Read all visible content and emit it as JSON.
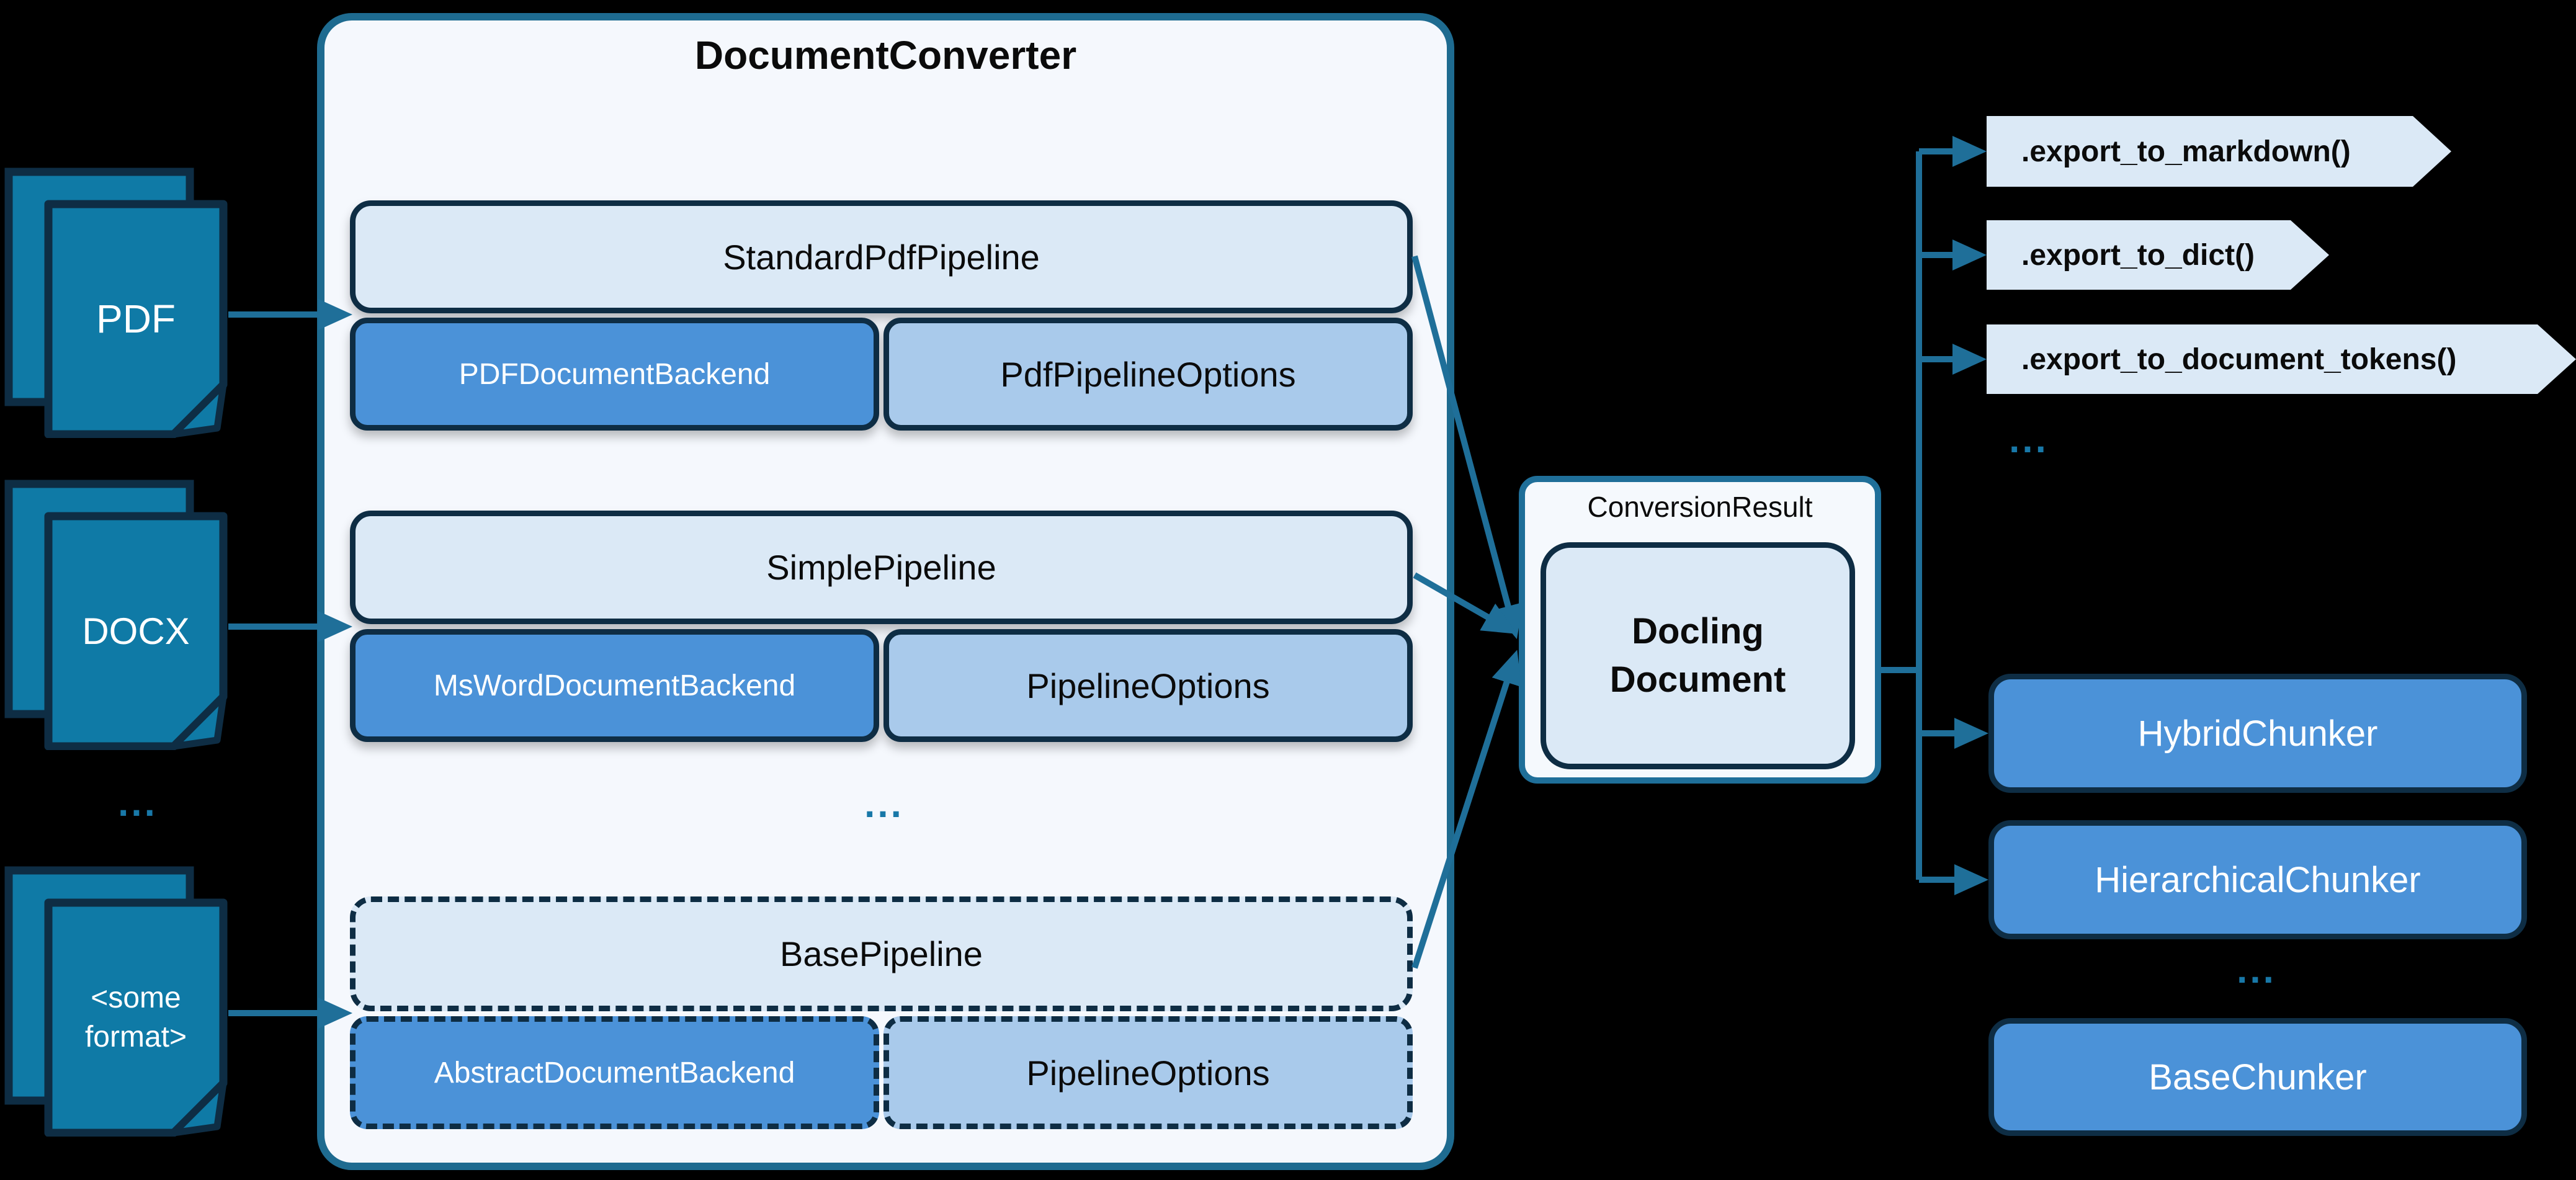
{
  "sources": {
    "items": [
      {
        "label": "PDF"
      },
      {
        "label": "DOCX"
      },
      {
        "label": "<some format>"
      }
    ],
    "ellipsis": "..."
  },
  "converter": {
    "title": "DocumentConverter",
    "groups": [
      {
        "pipeline": "StandardPdfPipeline",
        "backend": "PDFDocumentBackend",
        "options": "PdfPipelineOptions"
      },
      {
        "pipeline": "SimplePipeline",
        "backend": "MsWordDocumentBackend",
        "options": "PipelineOptions"
      },
      {
        "pipeline": "BasePipeline",
        "backend": "AbstractDocumentBackend",
        "options": "PipelineOptions"
      }
    ],
    "ellipsis": "..."
  },
  "result": {
    "label": "ConversionResult",
    "document": "Docling Document"
  },
  "exports": {
    "items": [
      ".export_to_markdown()",
      ".export_to_dict()",
      ".export_to_document_tokens()"
    ],
    "ellipsis": "..."
  },
  "chunkers": {
    "items": [
      "HybridChunker",
      "HierarchicalChunker"
    ],
    "ellipsis": "...",
    "base": "BaseChunker"
  },
  "colors": {
    "background": "#000000",
    "surface": "#f5f8fd",
    "light_blue": "#dbe9f6",
    "pale_blue": "#a9caeb",
    "accent_blue": "#4b92d8",
    "doc_teal": "#0f7aa6",
    "ink_navy": "#0e2d44",
    "arrow_teal": "#1f6f99"
  }
}
